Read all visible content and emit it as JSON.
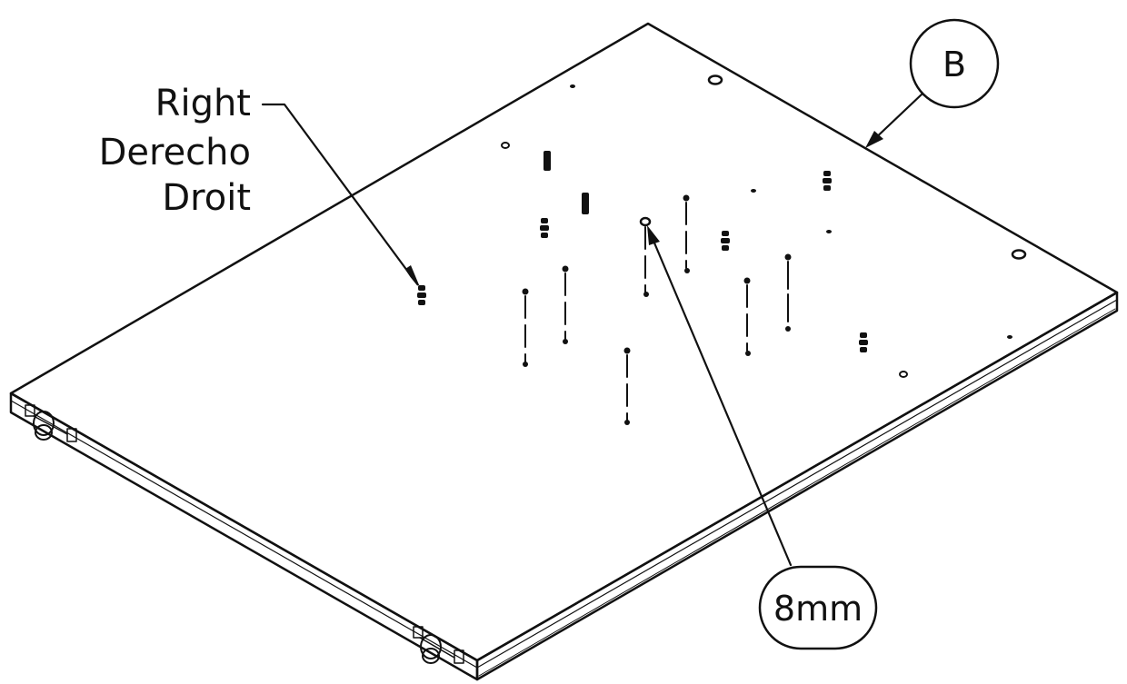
{
  "labels": {
    "side": [
      "Right",
      "Derecho",
      "Droit"
    ],
    "panel_id": "B",
    "hole_size": "8mm"
  },
  "colors": {
    "line": "#111111",
    "fill": "#ffffff"
  }
}
